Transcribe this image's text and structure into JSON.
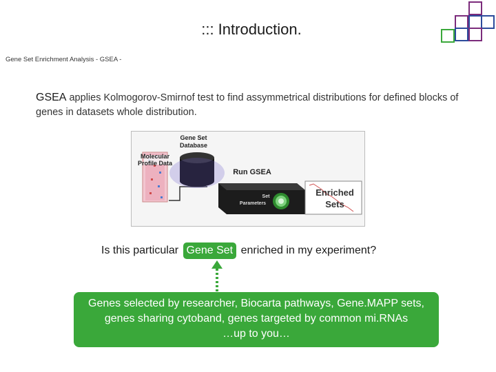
{
  "slide": {
    "title": "::: Introduction.",
    "subtitle": "Gene Set Enrichment Analysis -  GSEA -"
  },
  "intro": {
    "lead": "GSEA",
    "text": " applies Kolmogorov-Smirnof test to find assymmetrical distributions for defined blocks of genes in datasets whole distribution."
  },
  "diagram": {
    "molecular_label": [
      "Molecular",
      "Profile Data"
    ],
    "database_label": [
      "Gene Set",
      "Database"
    ],
    "run_label": "Run GSEA",
    "params_label": [
      "Set",
      "Parameters"
    ],
    "enriched_label": [
      "Enriched",
      "Sets"
    ]
  },
  "question": {
    "before": "Is this particular",
    "highlight": "Gene Set",
    "after": "enriched in my experiment?"
  },
  "answer": {
    "line1": "Genes selected by researcher, Biocarta pathways, Gene.MAPP sets,",
    "line2": "genes sharing  cytoband, genes targeted by common mi.RNAs",
    "line3": "…up to you…"
  },
  "colors": {
    "accent_green": "#3aa83a",
    "square_purple": "#7b2b7b",
    "square_blue": "#2b4a9b",
    "square_green": "#3aa83a"
  }
}
